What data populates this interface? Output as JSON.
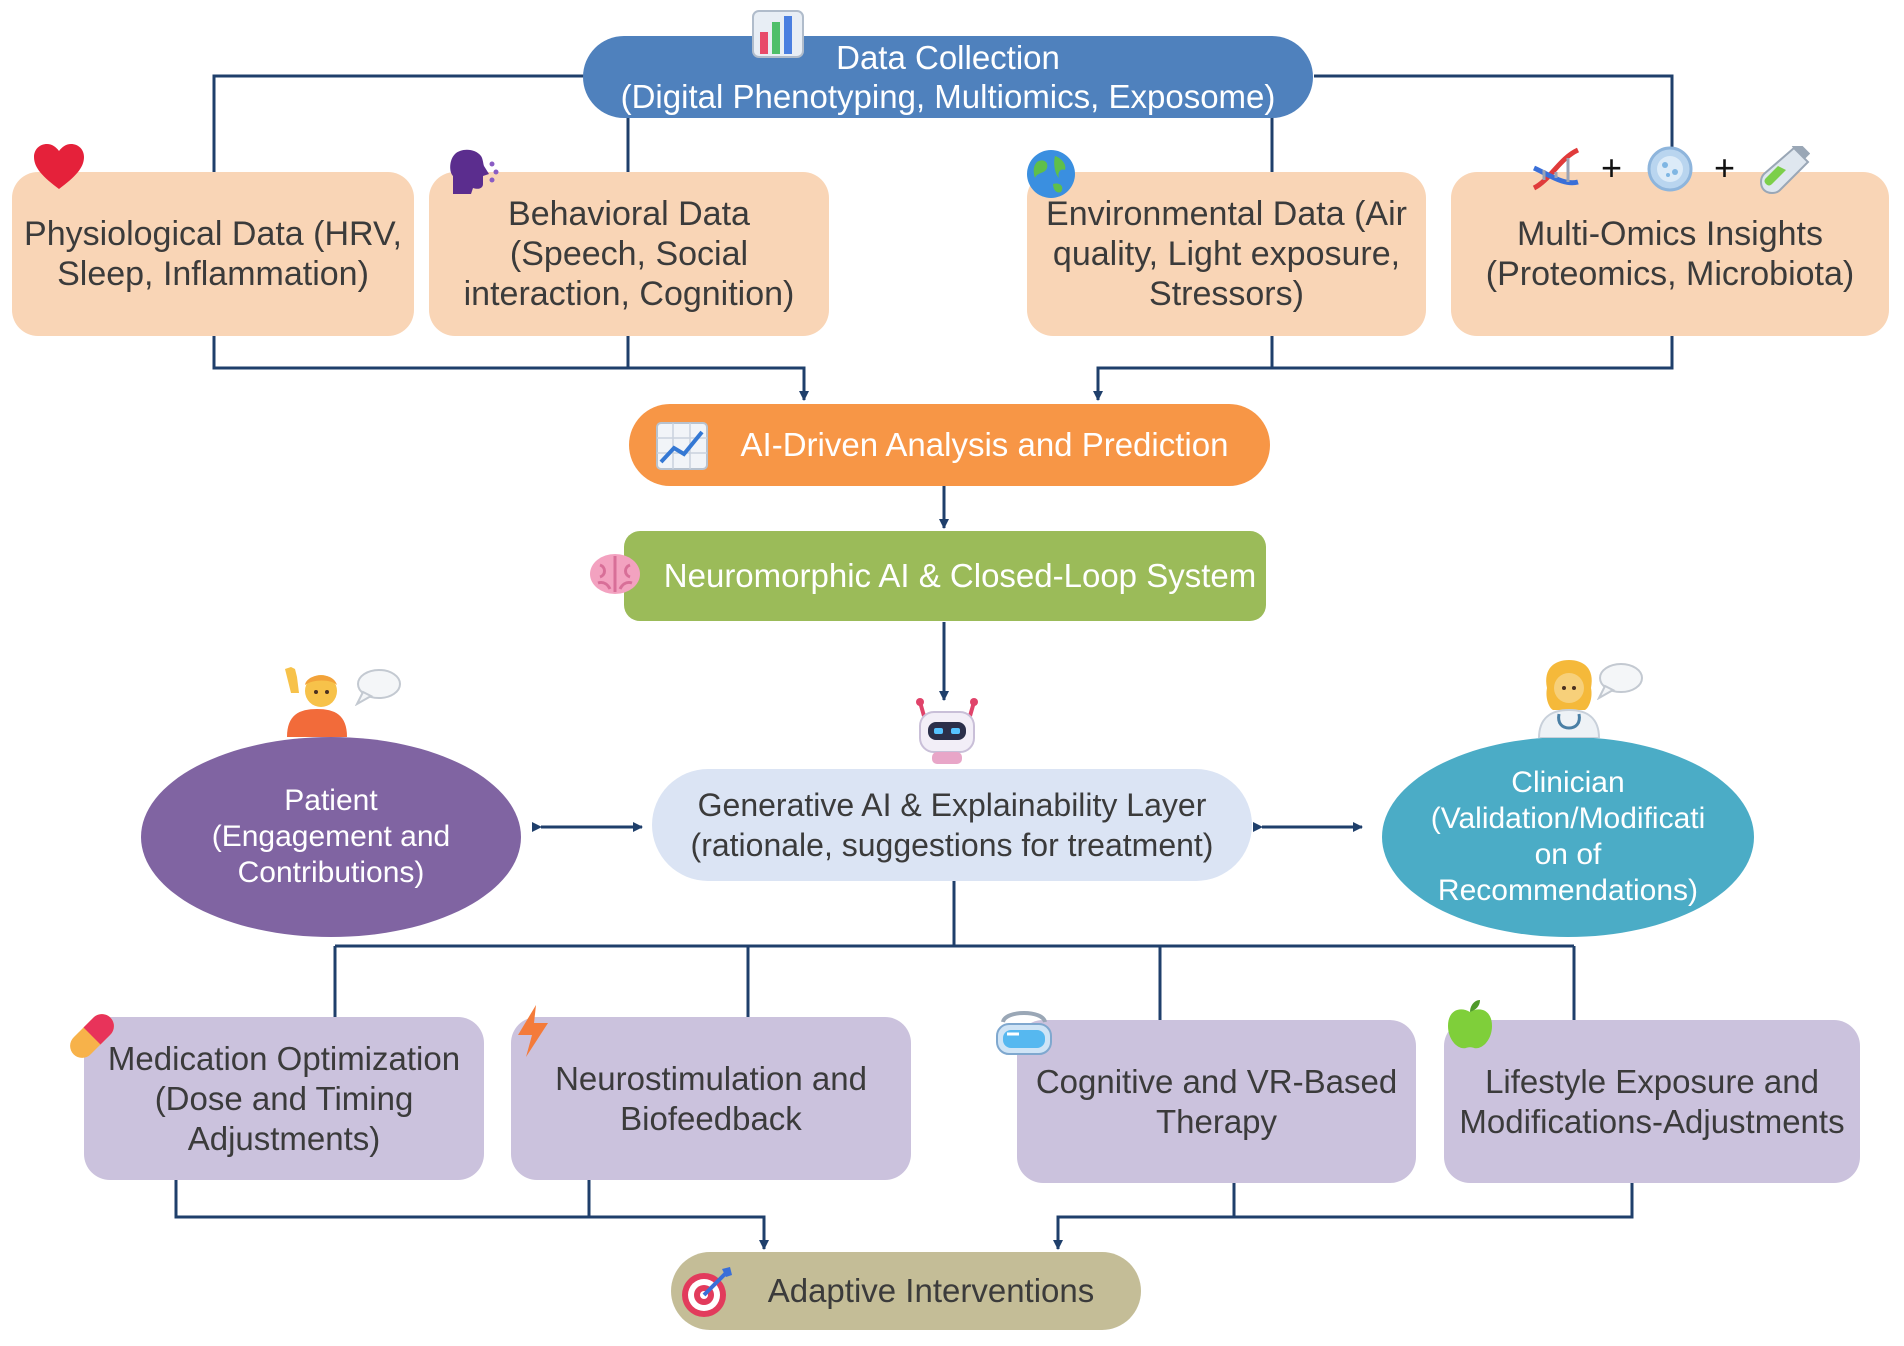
{
  "colors": {
    "connector": "#1f3f6b",
    "data_collection": "#4f81bd",
    "source_box": "#f9d5b6",
    "ai_analysis": "#f79646",
    "neuromorphic": "#9bbb59",
    "explainability": "#dbe4f4",
    "patient": "#8064a2",
    "clinician": "#4bacc6",
    "intervention_box": "#cbc2dd",
    "adaptive": "#c4bd97"
  },
  "nodes": {
    "data_collection": {
      "line1": "Data Collection",
      "line2": "(Digital Phenotyping, Multiomics, Exposome)",
      "icon": "bar-chart-icon"
    },
    "physiological": {
      "text": "Physiological Data (HRV,\nSleep, Inflammation)",
      "icon": "heart-icon"
    },
    "behavioral": {
      "text": "Behavioral Data\n(Speech, Social\ninteraction, Cognition)",
      "icon": "speaking-head-icon"
    },
    "environmental": {
      "text": "Environmental Data (Air\nquality, Light exposure,\nStressors)",
      "icon": "globe-icon"
    },
    "multiomics": {
      "text": "Multi-Omics Insights\n(Proteomics, Microbiota)",
      "icons": [
        "dna-icon",
        "microbe-icon",
        "test-tube-icon"
      ],
      "plus": "+"
    },
    "ai_analysis": {
      "text": "AI-Driven Analysis and Prediction",
      "icon": "trend-chart-icon"
    },
    "neuromorphic": {
      "text": "Neuromorphic AI & Closed-Loop System",
      "icon": "brain-icon"
    },
    "explainability": {
      "text": "Generative AI & Explainability Layer\n(rationale, suggestions for treatment)",
      "icon": "robot-icon"
    },
    "patient": {
      "text": "Patient\n(Engagement and\nContributions)",
      "icon": "raising-hand-person-icon"
    },
    "clinician": {
      "text": "Clinician\n(Validation/Modificati\non of\nRecommendations)",
      "icon": "health-worker-icon"
    },
    "medication": {
      "text": "Medication Optimization\n(Dose and Timing\nAdjustments)",
      "icon": "pill-icon"
    },
    "neurostim": {
      "text": "Neurostimulation and\nBiofeedback",
      "icon": "lightning-icon"
    },
    "cognitive": {
      "text": "Cognitive and VR-Based\nTherapy",
      "icon": "vr-goggles-icon"
    },
    "lifestyle": {
      "text": "Lifestyle Exposure and\nModifications-Adjustments",
      "icon": "apple-icon"
    },
    "adaptive": {
      "text": "Adaptive Interventions",
      "icon": "target-icon"
    }
  }
}
